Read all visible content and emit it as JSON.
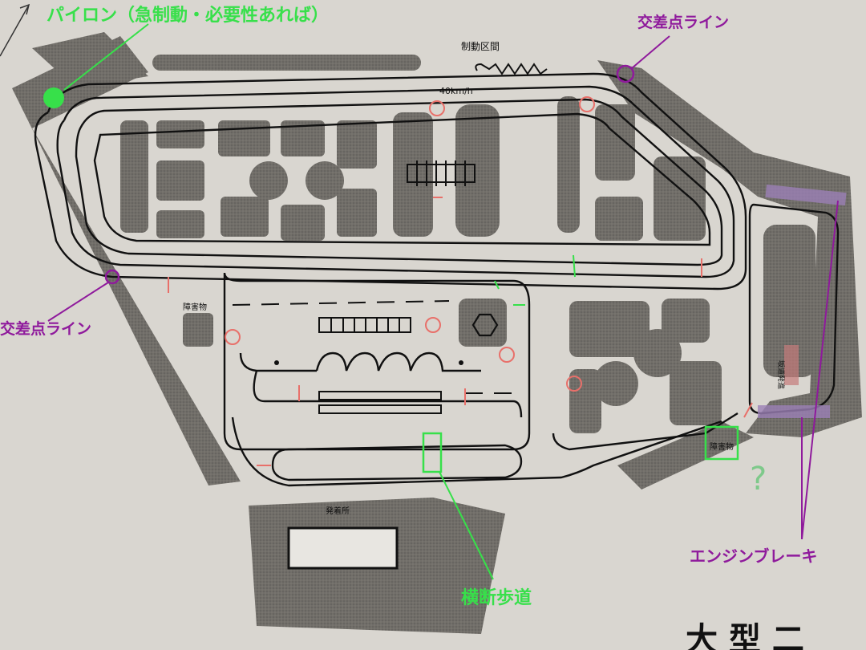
{
  "annotations": {
    "pylon": "パイロン（急制動・必要性あれば）",
    "crossing_top": "交差点ライン",
    "crossing_left": "交差点ライン",
    "engine_brake": "エンジンブレーキ",
    "crosswalk": "横断歩道",
    "question": "?"
  },
  "map_text": {
    "braking_zone": "制動区間",
    "speed": "40km/h",
    "obstacle_left": "障害物",
    "obstacle_right": "障害物",
    "slope": "坂道発進",
    "start": "発着所",
    "sheet_title": "大 型 二"
  },
  "colors": {
    "green": "#37e04a",
    "purple": "#8f1a9c",
    "red": "#e8706a",
    "block": "#6f6d69",
    "paper": "#d9d6d0"
  }
}
